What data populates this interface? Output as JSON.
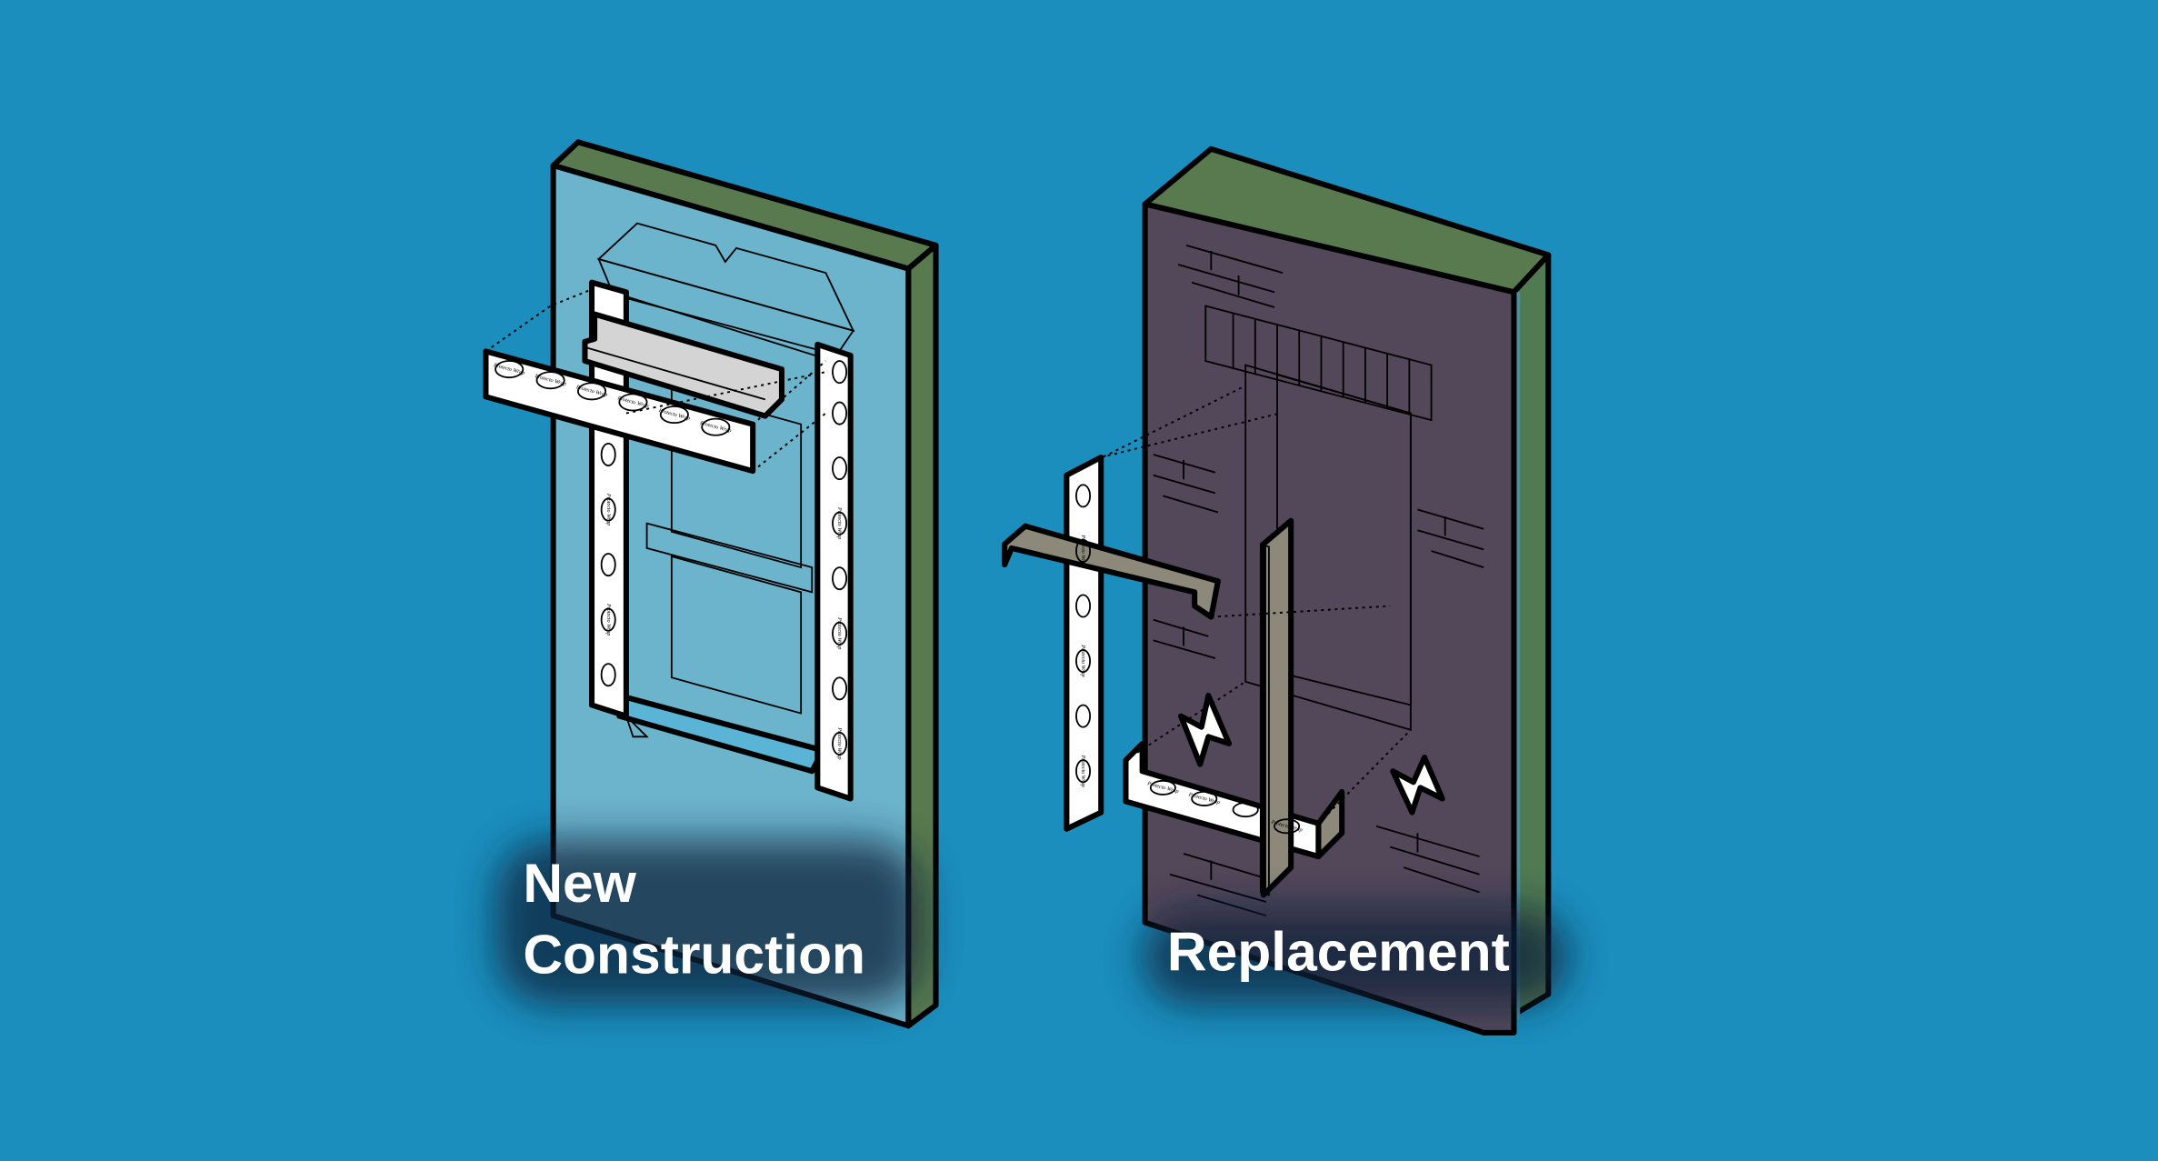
{
  "labels": {
    "left_line1": "New",
    "left_line2": "Construction",
    "right": "Replacement"
  },
  "tape_logo_text": "Protecto Wrap",
  "colors": {
    "background": "#1b8ebd",
    "sheathing": "#6cb3cc",
    "wall_edge_green": "#587a4e",
    "brick_wall": "#53475a",
    "glass": "#236880",
    "window_frame": "#5ab4d6",
    "drip_cap": "#d4d4d4",
    "metal_flashing": "#8c887a",
    "tape": "#ffffff"
  }
}
